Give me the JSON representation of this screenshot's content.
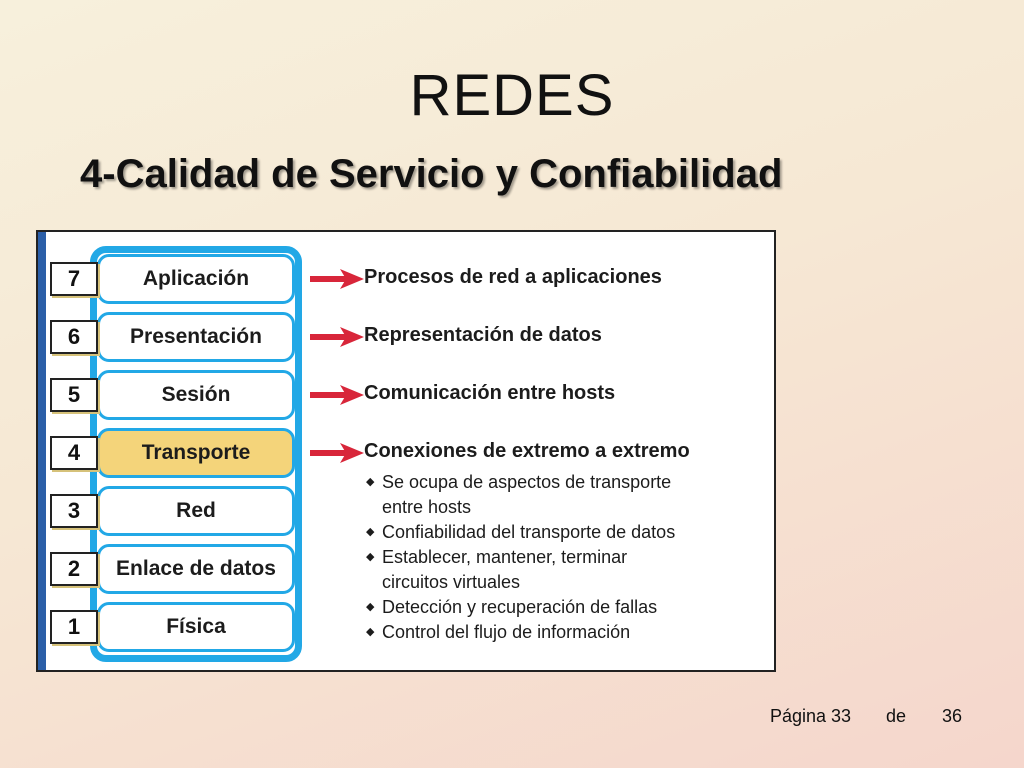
{
  "slide": {
    "title": "REDES",
    "subtitle": "4-Calidad de Servicio y Confiabilidad"
  },
  "layers": [
    {
      "number": "7",
      "name": "Aplicación",
      "description": "Procesos de red a aplicaciones",
      "highlight": false
    },
    {
      "number": "6",
      "name": "Presentación",
      "description": "Representación de datos",
      "highlight": false
    },
    {
      "number": "5",
      "name": "Sesión",
      "description": "Comunicación entre hosts",
      "highlight": false
    },
    {
      "number": "4",
      "name": "Transporte",
      "description": "Conexiones de extremo a extremo",
      "highlight": true
    },
    {
      "number": "3",
      "name": "Red",
      "highlight": false
    },
    {
      "number": "2",
      "name": "Enlace de datos",
      "highlight": false
    },
    {
      "number": "1",
      "name": "Física",
      "highlight": false
    }
  ],
  "transport_bullets": [
    [
      "Se ocupa de aspectos de transporte",
      "entre hosts"
    ],
    [
      "Confiabilidad del transporte de datos"
    ],
    [
      "Establecer, mantener, terminar",
      "circuitos virtuales"
    ],
    [
      "Detección y recuperación de fallas"
    ],
    [
      "Control del flujo de información"
    ]
  ],
  "footer": {
    "page_label": "Página 33",
    "of_label": "de",
    "total": "36"
  },
  "colors": {
    "layer_border": "#22a8e6",
    "highlight": "#f4d47a",
    "arrow": "#d8263a"
  },
  "icons": {
    "arrow": "right-arrow-icon",
    "bullet": "diamond-bullet-icon"
  }
}
